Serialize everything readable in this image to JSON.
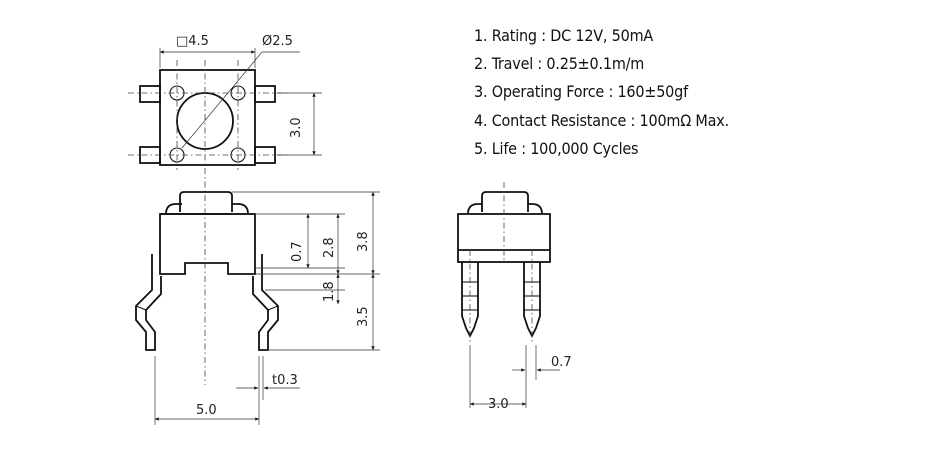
{
  "specs": [
    "1. Rating : DC 12V, 50mA",
    "2. Travel : 0.25±0.1m/m",
    "3. Operating Force : 160±50gf",
    "4. Contact Resistance : 100mΩ Max.",
    "5. Life : 100,000 Cycles"
  ],
  "dimensions": {
    "body_square": "□4.5",
    "actuator_diameter": "Ø2.5",
    "pin_spacing_top": "3.0",
    "stem_0_7": "0.7",
    "height_2_8": "2.8",
    "height_3_8": "3.8",
    "gap_1_8": "1.8",
    "leg_3_5": "3.5",
    "pin_thickness": "t0.3",
    "pitch_5_0": "5.0",
    "pin_width": "0.7",
    "pitch_3_0": "3.0"
  }
}
